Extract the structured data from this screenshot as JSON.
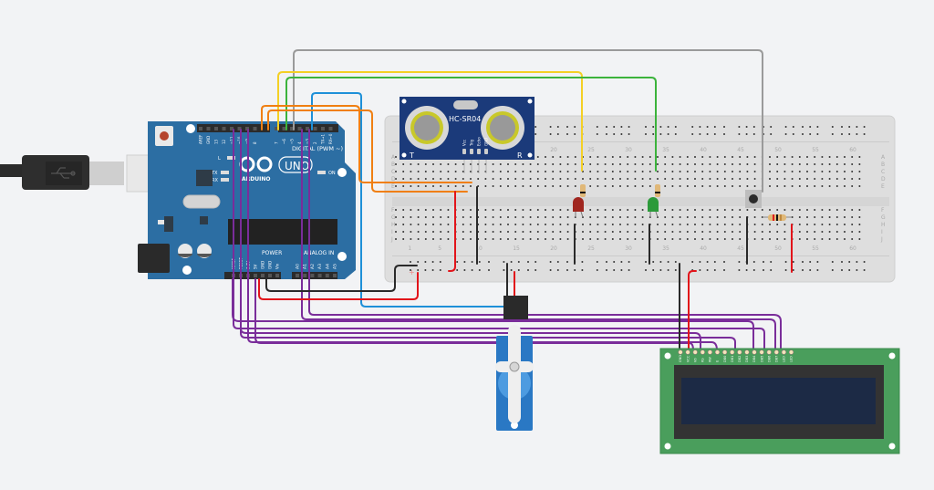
{
  "canvas": {
    "background": "#f2f3f5"
  },
  "arduino": {
    "brand": "ARDUINO",
    "model": "UNO",
    "digital_label": "DIGITAL (PWM ~)",
    "power_label": "POWER",
    "analog_label": "ANALOG IN",
    "on_label": "ON",
    "led_labels": [
      "L",
      "TX",
      "RX"
    ],
    "digital_pins": [
      "AREF",
      "GND",
      "13",
      "12",
      "~11",
      "~10",
      "~9",
      "8",
      "7",
      "~6",
      "~5",
      "4",
      "~3",
      "2",
      "TX→1",
      "RX←0"
    ],
    "power_pins": [
      "IOREF",
      "RESET",
      "3.3V",
      "5V",
      "GND",
      "GND",
      "Vin"
    ],
    "analog_pins": [
      "A0",
      "A1",
      "A2",
      "A3",
      "A4",
      "A5"
    ],
    "board_color": "#2c6ea3"
  },
  "usb_cable": {
    "icon": "usb-icon"
  },
  "ultrasonic_sensor": {
    "model": "HC-SR04",
    "pins": [
      "Vcc",
      "Trig",
      "Echo",
      "GND"
    ],
    "left_label": "T",
    "right_label": "R",
    "board_color": "#1b3a7a"
  },
  "breadboard": {
    "row_letters_top": [
      "A",
      "B",
      "C",
      "D",
      "E"
    ],
    "row_letters_bottom": [
      "F",
      "G",
      "H",
      "I",
      "J"
    ],
    "column_numbers": [
      "1",
      "5",
      "10",
      "15",
      "20",
      "25",
      "30",
      "35",
      "40",
      "45",
      "50",
      "55",
      "60"
    ],
    "plus_sign": "+"
  },
  "components": {
    "led_red": {
      "color": "#a0261f"
    },
    "led_green": {
      "color": "#2c9a3a"
    },
    "pushbutton": {
      "color": "#2a2a2a"
    },
    "resistor_bands": [
      "#c8a060",
      "#e02020",
      "#111111",
      "#c08a40"
    ]
  },
  "servo": {
    "body_color": "#2a78c4"
  },
  "lcd": {
    "pins": [
      "GND",
      "VCC",
      "V0",
      "RS",
      "RW",
      "E",
      "DB0",
      "DB1",
      "DB2",
      "DB3",
      "DB4",
      "DB5",
      "DB6",
      "DB7",
      "LED",
      "LED"
    ],
    "pcb_color": "#4a9e5c",
    "screen_color": "#1c2a45"
  },
  "wire_colors": {
    "orange": "#f07f12",
    "yellow": "#f4d025",
    "green": "#3cb33c",
    "gray": "#9a9a9a",
    "blue": "#1e90d8",
    "purple": "#7a2d9a",
    "red": "#e2141a",
    "black": "#2a2a2a"
  }
}
